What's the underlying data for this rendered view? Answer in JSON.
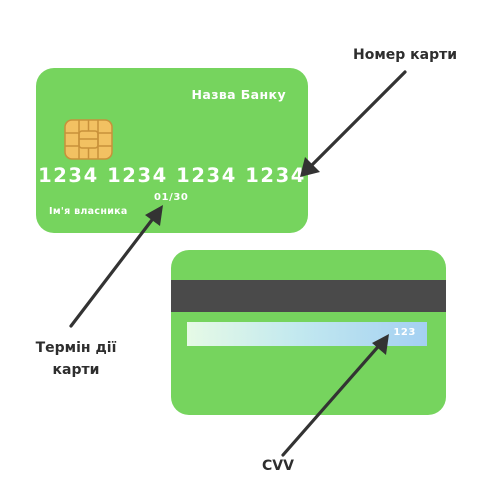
{
  "front": {
    "bank_name": "Назва Банку",
    "card_number": "1234 1234 1234 1234",
    "holder": "Ім'я власника",
    "expiry": "01/30"
  },
  "back": {
    "cvv": "123"
  },
  "labels": {
    "card_number": "Номер карти",
    "expiry_line1": "Термін дії",
    "expiry_line2": "карти",
    "cvv": "CVV"
  },
  "colors": {
    "card": "#76d45e",
    "stripe": "#4a4a4a",
    "arrow": "#333333",
    "chip": "#f0c060"
  }
}
